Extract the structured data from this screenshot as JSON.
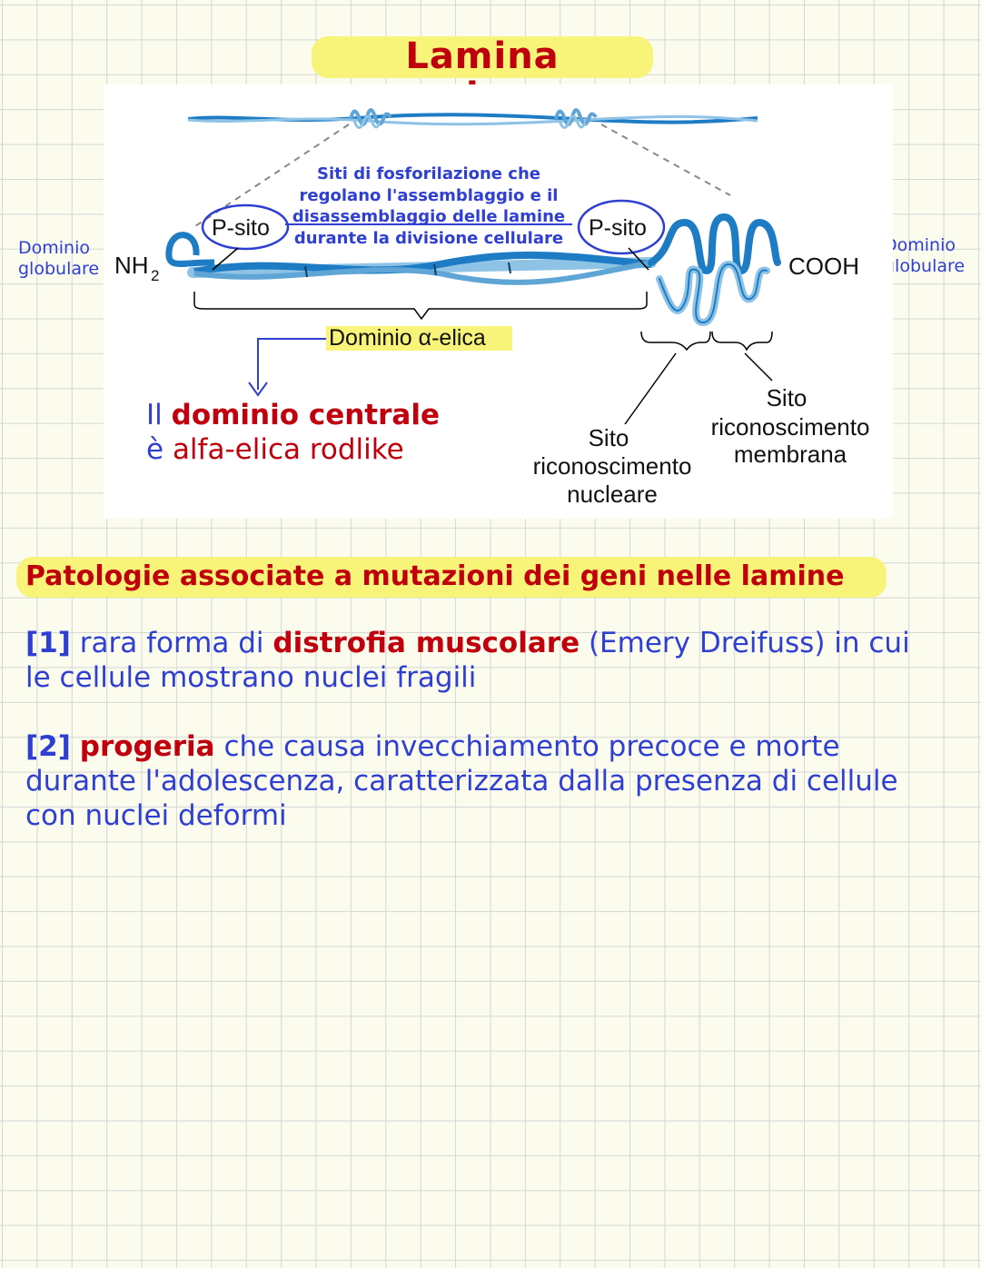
{
  "title": "Lamina nucleare",
  "left_label": {
    "line1": "Dominio",
    "line2": "globulare"
  },
  "right_label": {
    "line1": "Dominio",
    "line2": "globulare"
  },
  "diagram": {
    "nh2": "NH",
    "nh2_sub": "2",
    "cooh": "COOH",
    "p_site_left": "P-sito",
    "p_site_right": "P-sito",
    "phospho_note": [
      "Siti di fosforilazione che",
      "regolano l'assemblaggio e il",
      "disassemblaggio delle lamine",
      "durante la divisione cellulare"
    ],
    "alpha_domain": "Dominio α-elica",
    "central_note": {
      "prefix": "Il",
      "bold": "dominio centrale",
      "line2_prefix": "è",
      "line2_rest": "alfa-elica rodlike"
    },
    "nuclear_site": [
      "Sito",
      "riconoscimento",
      "nucleare"
    ],
    "membrane_site": [
      "Sito",
      "riconoscimento",
      "membrana"
    ]
  },
  "section2": {
    "heading": "Patologie associate a mutazioni dei geni nelle lamine",
    "items": [
      {
        "num": "[1]",
        "pre": " rara forma di ",
        "bold": "distrofia muscolare",
        "post": " (Emery Dreifuss) in cui",
        "line2": "le cellule mostrano nuclei fragili"
      },
      {
        "num": "[2]",
        "pre": " ",
        "bold": "progeria",
        "post": " che causa invecchiamento precoce e morte",
        "line2": "durante l'adolescenza, caratterizzata dalla presenza di cellule",
        "line3": "con nuclei deformi"
      }
    ]
  },
  "colors": {
    "red": "#c0000d",
    "blue": "#2e3fd1",
    "highlight": "#f8f47a",
    "helix_dark": "#1d7cc4",
    "helix_light": "#8fc3e6"
  }
}
